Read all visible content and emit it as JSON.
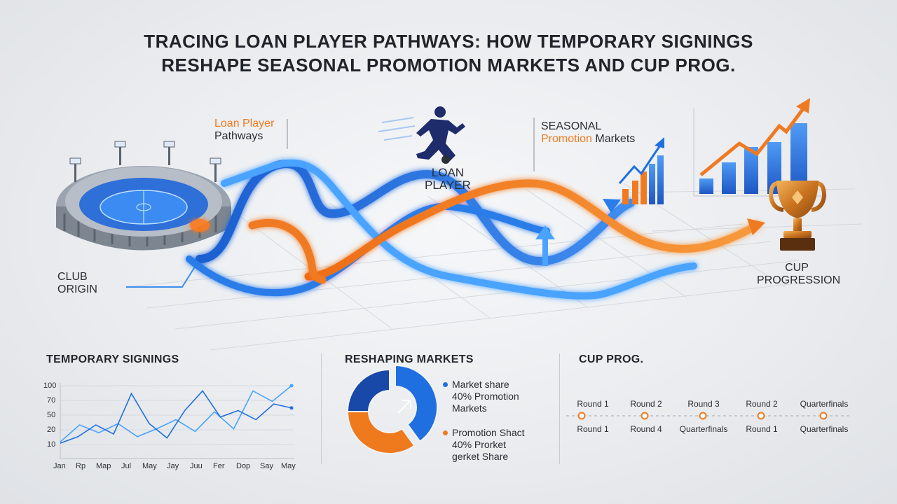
{
  "title": {
    "line1": "TRACING LOAN PLAYER PATHWAYS: HOW TEMPORARY SIGNINGS",
    "line2": "RESHAPE SEASONAL PROMOTION MARKETS AND CUP PROG."
  },
  "labels": {
    "loan_pathways_1": "Loan Player",
    "loan_pathways_2": "Pathways",
    "loan_player_1": "LOAN",
    "loan_player_2": "PLAYER",
    "seasonal_1": "SEASONAL",
    "seasonal_2a": "Promotion",
    "seasonal_2b": "Markets",
    "club_1": "CLUB",
    "club_2": "ORIGIN",
    "cup_1": "CUP",
    "cup_2": "PROGRESSION"
  },
  "sections": {
    "temporary": "TEMPORARY SIGNINGS",
    "reshaping": "RESHAPING MARKETS",
    "cup": "CUP PROG."
  },
  "colors": {
    "blue": "#1f6fe0",
    "blue_light": "#4aa3ff",
    "orange": "#ef7a1e",
    "dark": "#20242a"
  },
  "chart_data": [
    {
      "type": "line",
      "x": [
        "Jan",
        "Rp",
        "Map",
        "Jul",
        "May",
        "Jay",
        "Juu",
        "Fer",
        "Dop",
        "Say",
        "May"
      ],
      "yticks": [
        100,
        70,
        50,
        20,
        10
      ],
      "series": [
        {
          "values": [
            14,
            40,
            28,
            42,
            22,
            34,
            48,
            30,
            60,
            34,
            92,
            76,
            100
          ]
        },
        {
          "values": [
            12,
            22,
            40,
            26,
            88,
            42,
            20,
            62,
            92,
            52,
            62,
            48,
            72,
            66
          ]
        }
      ]
    },
    {
      "type": "pie",
      "values": [
        40,
        35,
        25
      ],
      "legend": [
        {
          "line1": "Market share",
          "line2": "40% Promotion",
          "line3": "Markets"
        },
        {
          "line1": "Promotion Shact",
          "line2": "40% Prorket",
          "line3": "gerket Share"
        }
      ]
    }
  ],
  "cup_rounds": {
    "top": [
      "Round 1",
      "Round 2",
      "Round 3",
      "Round 2",
      "Quarterfinals"
    ],
    "bottom": [
      "Round 1",
      "Round 4",
      "Quarterfinals",
      "Round 1",
      "Quarterfinals"
    ]
  }
}
